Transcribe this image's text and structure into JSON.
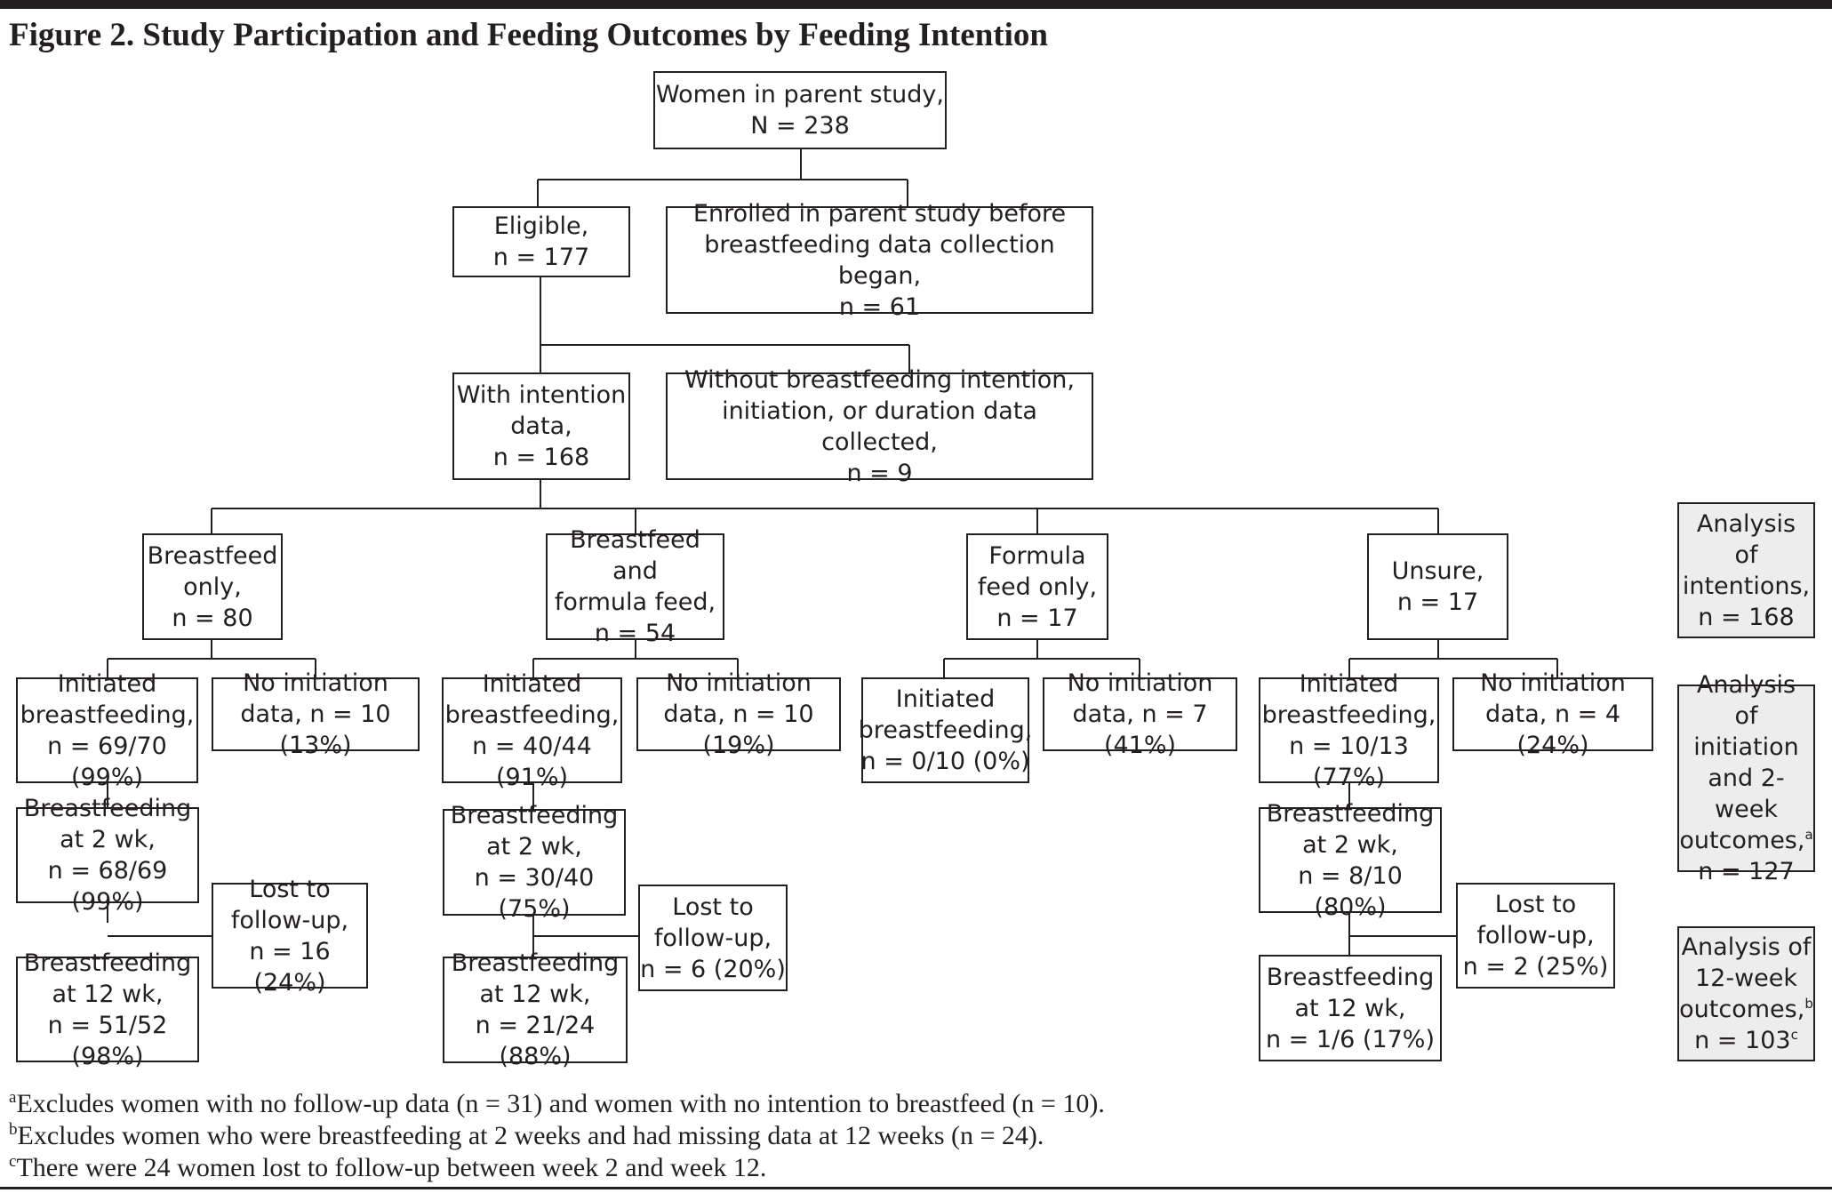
{
  "title": "Figure 2. Study Participation and Feeding Outcomes by Feeding Intention",
  "boxes": {
    "parent_study": "Women in parent study,\nN = 238",
    "eligible": "Eligible,\nn = 177",
    "enrolled_before": "Enrolled in parent study before\nbreastfeeding data collection began,\nn = 61",
    "with_intention": "With intention\ndata,\nn = 168",
    "without_data": "Without breastfeeding intention,\ninitiation, or duration data collected,\nn = 9",
    "bf_only": "Breastfeed\nonly,\nn = 80",
    "bf_formula": "Breastfeed and\nformula feed,\nn = 54",
    "formula_only": "Formula\nfeed only,\nn = 17",
    "unsure": "Unsure,\nn = 17",
    "bf_only_initiated": "Initiated\nbreastfeeding,\nn = 69/70 (99%)",
    "bf_only_no_init": "No initiation\ndata, n = 10 (13%)",
    "bf_formula_initiated": "Initiated\nbreastfeeding,\nn = 40/44 (91%)",
    "bf_formula_no_init": "No initiation\ndata, n = 10 (19%)",
    "formula_initiated": "Initiated\nbreastfeeding,\nn = 0/10 (0%)",
    "formula_no_init": "No initiation\ndata, n = 7 (41%)",
    "unsure_initiated": "Initiated\nbreastfeeding,\nn = 10/13 (77%)",
    "unsure_no_init": "No initiation\ndata, n = 4 (24%)",
    "bf_only_2wk": "Breastfeeding\nat 2 wk,\nn = 68/69 (99%)",
    "bf_formula_2wk": "Breastfeeding\nat 2 wk,\nn = 30/40 (75%)",
    "unsure_2wk": "Breastfeeding\nat 2 wk,\nn = 8/10 (80%)",
    "bf_only_lost": "Lost to\nfollow-up,\nn = 16 (24%)",
    "bf_formula_lost": "Lost to\nfollow-up,\nn = 6 (20%)",
    "unsure_lost": "Lost to\nfollow-up,\nn = 2 (25%)",
    "bf_only_12wk": "Breastfeeding\nat 12 wk,\nn = 51/52 (98%)",
    "bf_formula_12wk": "Breastfeeding\nat 12 wk,\nn = 21/24 (88%)",
    "unsure_12wk": "Breastfeeding\nat 12 wk,\nn = 1/6 (17%)",
    "analysis_intentions": "Analysis\nof\nintentions,\nn = 168",
    "analysis_initiation_body": "Analysis\nof initiation\nand 2-week\noutcomes,",
    "analysis_initiation_n": "n = 127",
    "analysis_12wk_body": "Analysis of\n12-week\noutcomes,",
    "analysis_12wk_n": "n = 103"
  },
  "superscripts": {
    "a": "a",
    "b": "b",
    "c": "c"
  },
  "footnotes": {
    "a": "Excludes women with no follow-up data (n = 31) and women with no intention to breastfeed (n = 10).",
    "b": "Excludes women who were breastfeeding at 2 weeks and had missing data at 12 weeks (n = 24).",
    "c": "There were 24 women lost to follow-up between week 2 and week 12."
  },
  "colors": {
    "ink": "#231f20",
    "shaded_box": "#ededed"
  }
}
